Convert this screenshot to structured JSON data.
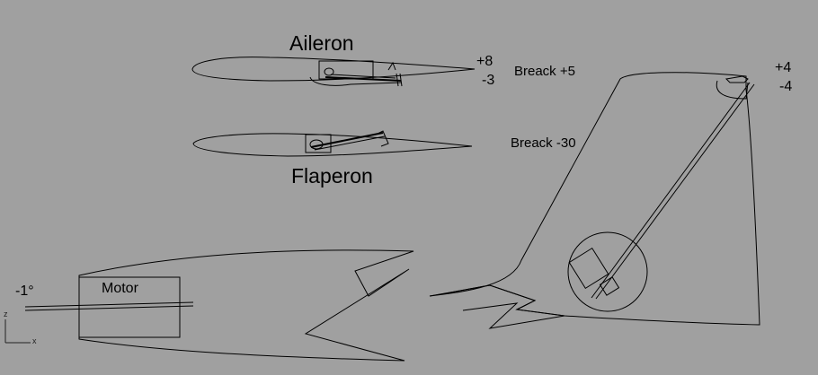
{
  "labels": {
    "aileron_title": "Aileron",
    "flaperon_title": "Flaperon",
    "aileron_up": "+8",
    "aileron_down": "-3",
    "break_aileron": "Breack +5",
    "break_flaperon": "Breack -30",
    "rudder_up": "+4",
    "rudder_down": "-4",
    "motor": "Motor",
    "motor_angle": "-1°",
    "axis_z": "z",
    "axis_x": "x"
  },
  "colors": {
    "background": "#a0a0a0",
    "lines": "#000000"
  }
}
